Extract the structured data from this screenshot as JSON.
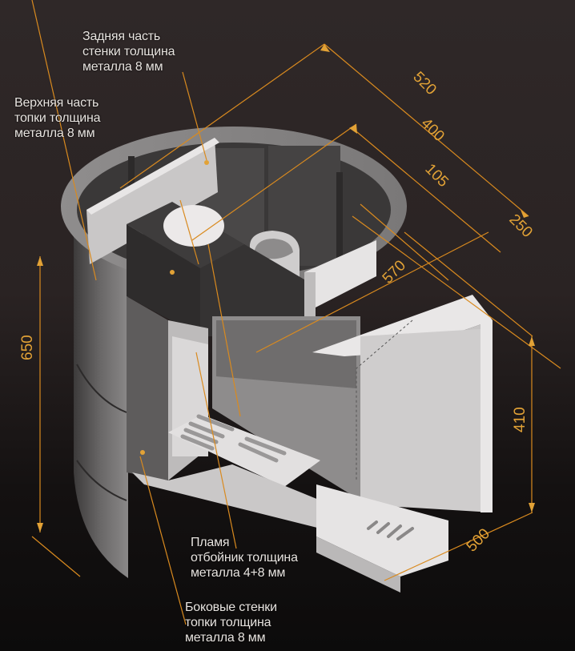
{
  "callouts": {
    "back_wall": [
      "Задняя часть",
      "стенки толщина",
      "металла 8 мм"
    ],
    "top_firebox": [
      "Верхняя часть",
      "топки толщина",
      "металла 8 мм"
    ],
    "flame_deflector": [
      "Пламя",
      "отбойник толщина",
      "металла 4+8 мм"
    ],
    "side_walls": [
      "Боковые стенки",
      "топки толщина",
      "металла 8 мм"
    ]
  },
  "dimensions": {
    "d520": "520",
    "d400": "400",
    "d105": "105",
    "d250": "250",
    "d570": "570",
    "d650": "650",
    "d410": "410",
    "d500": "500"
  },
  "colors": {
    "dimension_line": "#d98a1f",
    "background": "#2a2323"
  }
}
